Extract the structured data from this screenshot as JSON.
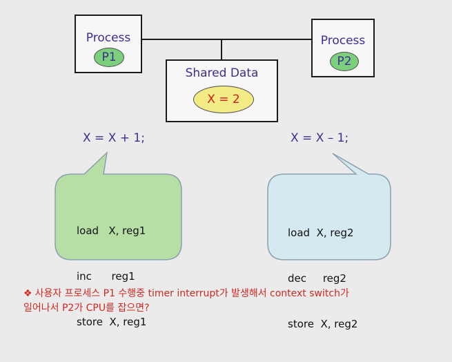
{
  "process_left": {
    "title": "Process",
    "badge": "P1"
  },
  "process_right": {
    "title": "Process",
    "badge": "P2"
  },
  "shared": {
    "title": "Shared Data",
    "value": "X = 2"
  },
  "left_formula": "X = X + 1;",
  "right_formula": "X = X – 1;",
  "left_code": [
    "load   X, reg1",
    "inc      reg1",
    "store  X, reg1"
  ],
  "right_code": [
    "load  X, reg2",
    "dec     reg2",
    "store  X, reg2"
  ],
  "footnote": {
    "bullet": "❖",
    "line1": "사용자 프로세스 P1 수행중 timer interrupt가 발생해서 context switch가",
    "line2": "일어나서 P2가 CPU를 잡으면?"
  },
  "colors": {
    "background": "#ebebeb",
    "title_text": "#3a2f8f",
    "p_badge_fill": "#7ccf7c",
    "shared_value_fill": "#f3ec86",
    "shared_value_text": "#d11a1a",
    "left_bubble_fill": "#b7dfa5",
    "right_bubble_fill": "#d4eaf0",
    "footnote_text": "#d1271f"
  }
}
